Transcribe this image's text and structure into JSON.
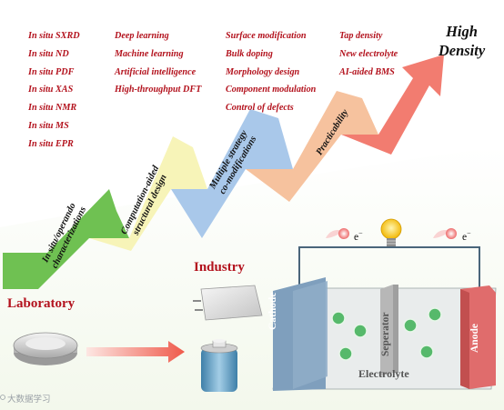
{
  "insitu_techniques": [
    "In situ SXRD",
    "In situ ND",
    "In situ PDF",
    "In situ XAS",
    "In situ NMR",
    "In situ MS",
    "In situ EPR"
  ],
  "computational_methods": [
    "Deep learning",
    "Machine learning",
    "Artificial intelligence",
    "High-throughput DFT"
  ],
  "modification_strategies": [
    "Surface modification",
    "Bulk doping",
    "Morphology design",
    "Component modulation",
    "Control of defects"
  ],
  "practical_factors": [
    "Tap density",
    "New  electrolyte",
    "AI-aided BMS"
  ],
  "goal": {
    "line1": "High",
    "line2": "Density"
  },
  "steps": [
    {
      "line1": "In situ/operando",
      "line2": "characterizations",
      "color": "#6fc152"
    },
    {
      "line1": "Computation-aided",
      "line2": "structural design",
      "color": "#f7f4b8"
    },
    {
      "line1": "Multiple strategy",
      "line2": "co-modifications",
      "color": "#a9c8ea"
    },
    {
      "line1": "Practicability",
      "line2": "",
      "color": "#f6c29e"
    }
  ],
  "stages": {
    "laboratory": "Laboratory",
    "industry": "Industry"
  },
  "battery": {
    "cathode": "Cathode",
    "separator": "Seperator",
    "anode": "Anode",
    "electrolyte": "Electrolyte",
    "electron": "e",
    "electron_charge": "−"
  },
  "watermark": "大数据学习",
  "colors": {
    "heading_red": "#b3121d",
    "arrow_red": "#f27c70",
    "cathode": "#7f9fbd",
    "anode": "#e06c6c",
    "ion": "#56b96b"
  }
}
